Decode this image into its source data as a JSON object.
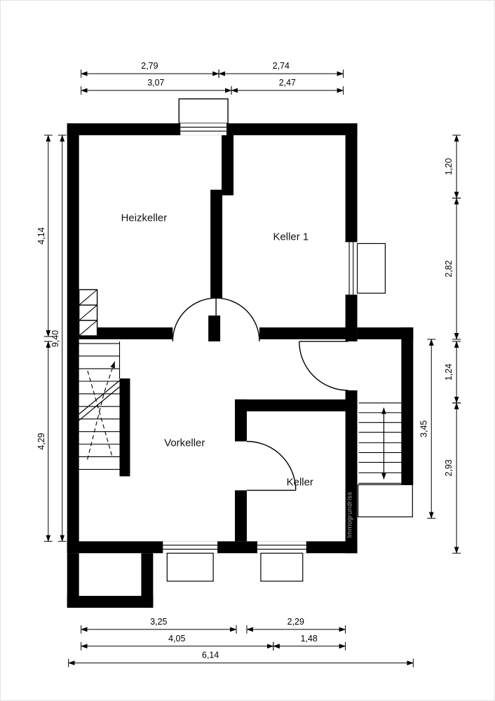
{
  "plan": {
    "rooms": [
      {
        "id": "heizkeller",
        "label": "Heizkeller"
      },
      {
        "id": "keller1",
        "label": "Keller 1"
      },
      {
        "id": "vorkeller",
        "label": "Vorkeller"
      },
      {
        "id": "keller",
        "label": "Keller"
      }
    ],
    "dimensions": {
      "top_row1_left": "2,79",
      "top_row1_right": "2,74",
      "top_row2_left": "3,07",
      "top_row2_right": "2,47",
      "left_upper": "4,14",
      "left_overall": "9,40",
      "left_lower": "4,29",
      "right_d1": "1,20",
      "right_d2": "2,82",
      "right_d3": "1,24",
      "right_d4": "2,93",
      "right_inner": "3,45",
      "bottom_row1_left": "3,25",
      "bottom_row1_right": "2,29",
      "bottom_row2_left": "4,05",
      "bottom_row2_right": "1,48",
      "bottom_overall": "6,14"
    },
    "watermark": "Immogrundriss",
    "colors": {
      "wall": "#000000",
      "background": "#ffffff",
      "dimension": "#000000",
      "watermark": "#b0b0b0"
    }
  }
}
